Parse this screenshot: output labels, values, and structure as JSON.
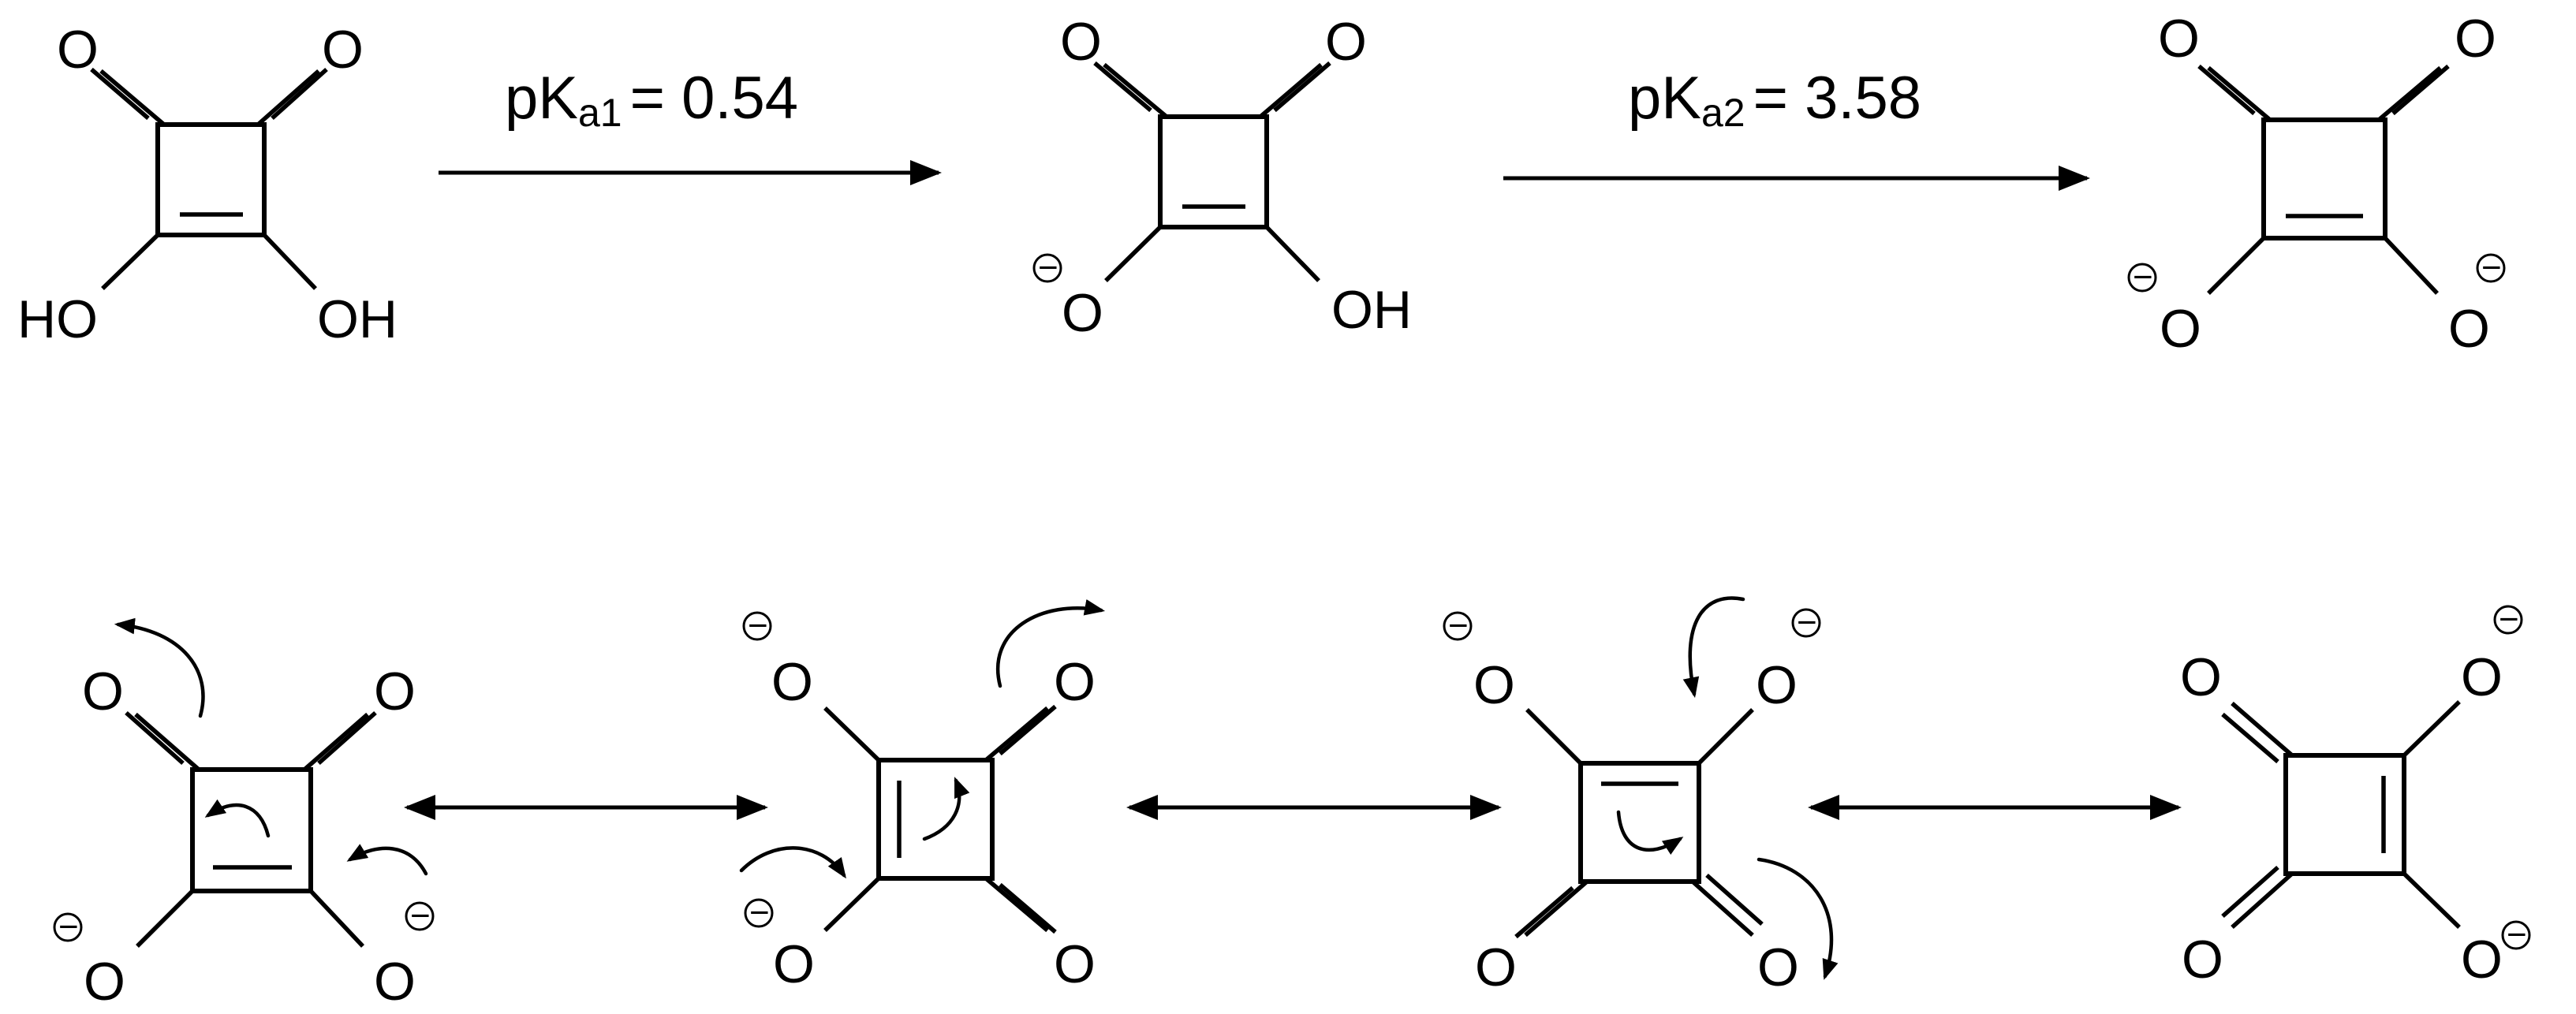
{
  "atoms": {
    "oxygen": "O",
    "hydroxyl_left": "HO",
    "hydroxyl_right": "OH",
    "negative_charge": "−"
  },
  "equilibria": {
    "first": {
      "label": "pK",
      "subscript": "a1",
      "value": "= 0.54"
    },
    "second": {
      "label": "pK",
      "subscript": "a2",
      "value": "= 3.58"
    }
  }
}
